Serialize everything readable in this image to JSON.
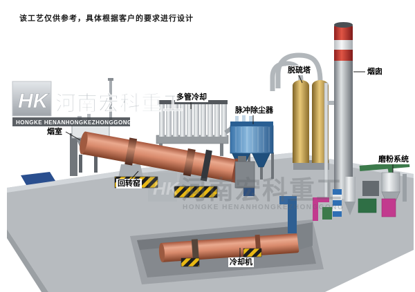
{
  "disclaimer": "该工艺仅供参考，具体根据客户的要求进行设计",
  "logo": {
    "monogram": "HK",
    "cn": "河南宏科重工",
    "en_bar": "HONGKE HENANHONGKEZHONGGONG"
  },
  "watermark": {
    "monogram": "HK",
    "cn": "河南宏科重工",
    "en": "HONGKE HENANHONGKEZHONGGONG"
  },
  "labels": {
    "smoke_chamber": "烟室",
    "rotary_kiln": "回转窑",
    "multi_tube_cooler": "多管冷却",
    "pulse_dust_collector": "脉冲除尘器",
    "desulfurization_tower": "脱硫塔",
    "chimney": "烟囱",
    "grinding_system": "磨粉系统",
    "cooling_machine": "冷却机"
  },
  "colors": {
    "kiln": "#d98a6c",
    "dust_collector": "#3a74ab",
    "desulfurization_tower": "#e8c877",
    "chimney_band_red": "#c03a2e",
    "platform": "#b7bbbf",
    "hazard_yellow": "#e8b814",
    "grinding_magenta": "#c23a8e",
    "grinding_green": "#3c7a4b"
  }
}
